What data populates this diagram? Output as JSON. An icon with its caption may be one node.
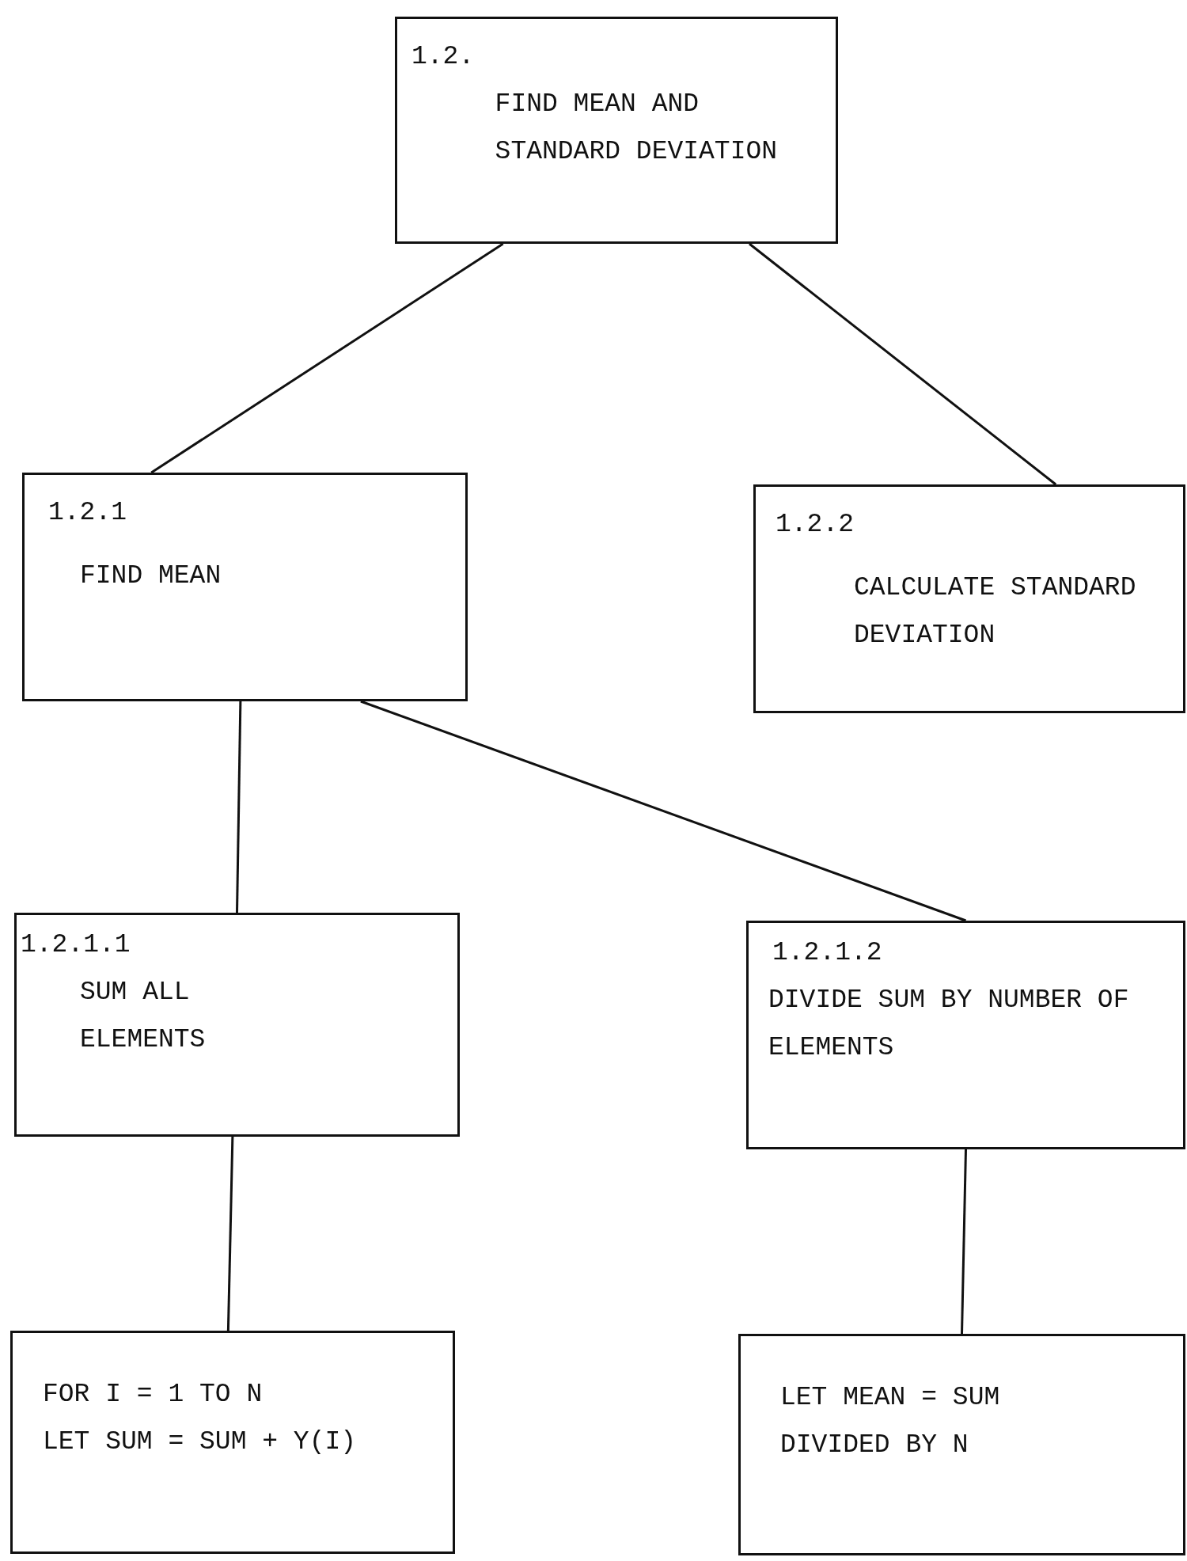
{
  "diagram": {
    "nodes": [
      {
        "text": [
          "1.2.",
          "FIND MEAN AND STANDARD DEVIATION"
        ]
      },
      {
        "text": [
          "1.2.1",
          "FIND MEAN"
        ]
      },
      {
        "text": [
          "1.2.2",
          "CALCULATE STANDARD DEVIATION"
        ]
      },
      {
        "text": [
          "1.2.1.1",
          "SUM ALL ELEMENTS"
        ]
      },
      {
        "text": [
          "1.2.1.2",
          "DIVIDE SUM BY NUMBER OF ELEMENTS"
        ]
      },
      {
        "text": [
          "FOR I = 1 TO N",
          "LET SUM = SUM + Y(I)"
        ]
      },
      {
        "text": [
          "LET MEAN = SUM DIVIDED BY N"
        ]
      }
    ],
    "edges": [
      {
        "from": 0,
        "to": 1,
        "arrow": "none"
      },
      {
        "from": 0,
        "to": 2,
        "arrow": "none"
      },
      {
        "from": 1,
        "to": 3,
        "arrow": "none"
      },
      {
        "from": 1,
        "to": 4,
        "arrow": "none"
      },
      {
        "from": 3,
        "to": 5,
        "arrow": "none"
      },
      {
        "from": 4,
        "to": 6,
        "arrow": "none"
      }
    ]
  }
}
